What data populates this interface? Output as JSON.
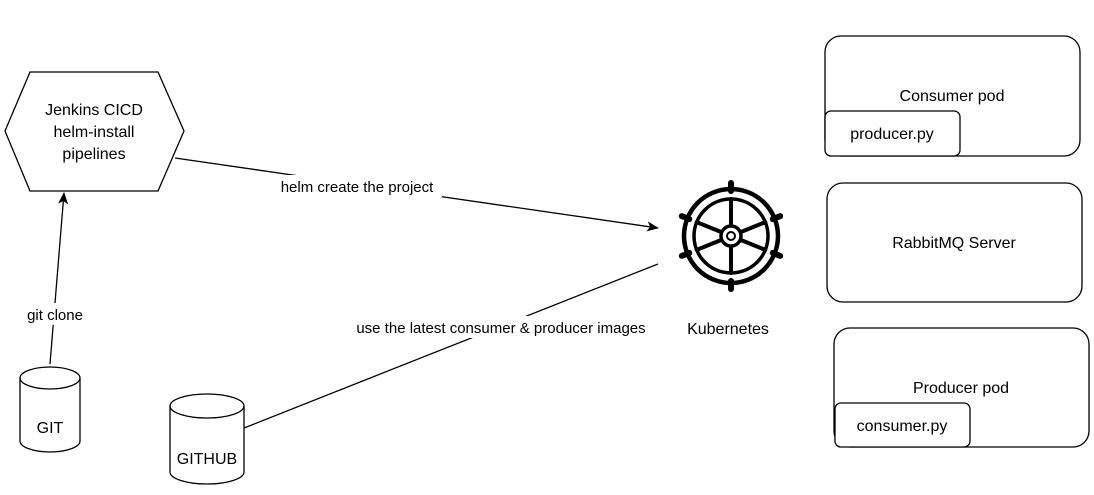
{
  "nodes": {
    "jenkins": {
      "lines": [
        "Jenkins CICD",
        "helm-install",
        "pipelines"
      ]
    },
    "git": {
      "label": "GIT"
    },
    "github": {
      "label": "GITHUB"
    },
    "kubernetes": {
      "label": "Kubernetes",
      "icon": "helm-wheel-icon"
    },
    "consumer_pod": {
      "label": "Consumer pod",
      "inner_label": "producer.py"
    },
    "rabbitmq": {
      "label": "RabbitMQ Server"
    },
    "producer_pod": {
      "label": "Producer pod",
      "inner_label": "consumer.py"
    }
  },
  "edges": {
    "git_to_jenkins": {
      "label": "git clone"
    },
    "jenkins_to_kubernetes": {
      "label": "helm create the project"
    },
    "github_to_kubernetes": {
      "label": "use the latest consumer & producer images"
    }
  },
  "colors": {
    "stroke": "#000000",
    "background": "#ffffff"
  }
}
